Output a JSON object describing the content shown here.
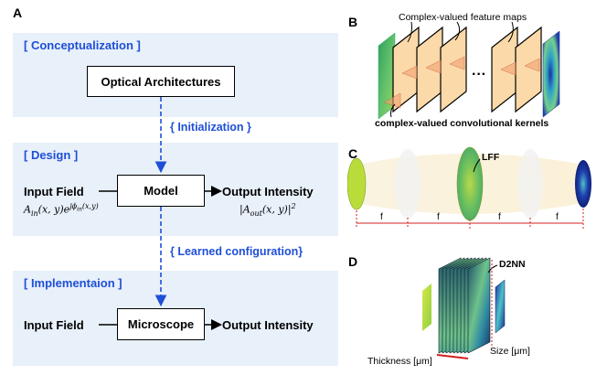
{
  "panels": {
    "a": "A",
    "b": "B",
    "c": "C",
    "d": "D"
  },
  "conceptualization": {
    "title": "[ Conceptualization ]",
    "box": "Optical Architectures"
  },
  "initialization": "{ Initialization }",
  "design": {
    "title": "[ Design ]",
    "input": "Input Field",
    "input_formula": "A",
    "input_formula_sub": "in",
    "input_formula_rest": "(x, y)e",
    "input_formula_exp": "jϕ",
    "input_formula_exp_sub": "in",
    "input_formula_exp_rest": "(x,y)",
    "box": "Model",
    "output": "Output Intensity",
    "output_formula": "|A",
    "output_formula_sub": "out",
    "output_formula_rest": "(x, y)|",
    "output_formula_sup": "2"
  },
  "learned": "{ Learned configuration}",
  "implementation": {
    "title": "[ Implementaion ]",
    "input": "Input Field",
    "box": "Microscope",
    "output": "Output Intensity"
  },
  "panel_b": {
    "feature_maps": "Complex-valued feature maps",
    "kernels": "complex-valued convolutional kernels",
    "ellipsis": "···"
  },
  "panel_c": {
    "lff": "LFF",
    "f": "f"
  },
  "panel_d": {
    "d2nn": "D2NN",
    "thickness": "Thickness [μm]",
    "size": "Size [μm]"
  },
  "colors": {
    "accent_blue": "#1f4fd6",
    "band_bg": "#e8f0fa",
    "map_fill": "#fbd9a8"
  }
}
